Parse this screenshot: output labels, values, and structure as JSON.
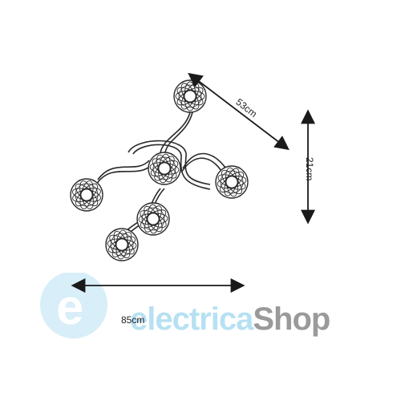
{
  "dimensions": {
    "width": "85cm",
    "depth": "53cm",
    "height": "21cm"
  },
  "watermark": {
    "part1": "electrica",
    "part2": "Shop",
    "logo_letter": "e",
    "colors": {
      "light_blue": "#b7e1f3",
      "grey": "#9a9a9a"
    }
  },
  "drawing": {
    "line_color": "#2a2a2a",
    "arrow_color": "#1a1a1a",
    "shade_count": 6,
    "icons": [
      "globe-shade-icon"
    ]
  }
}
